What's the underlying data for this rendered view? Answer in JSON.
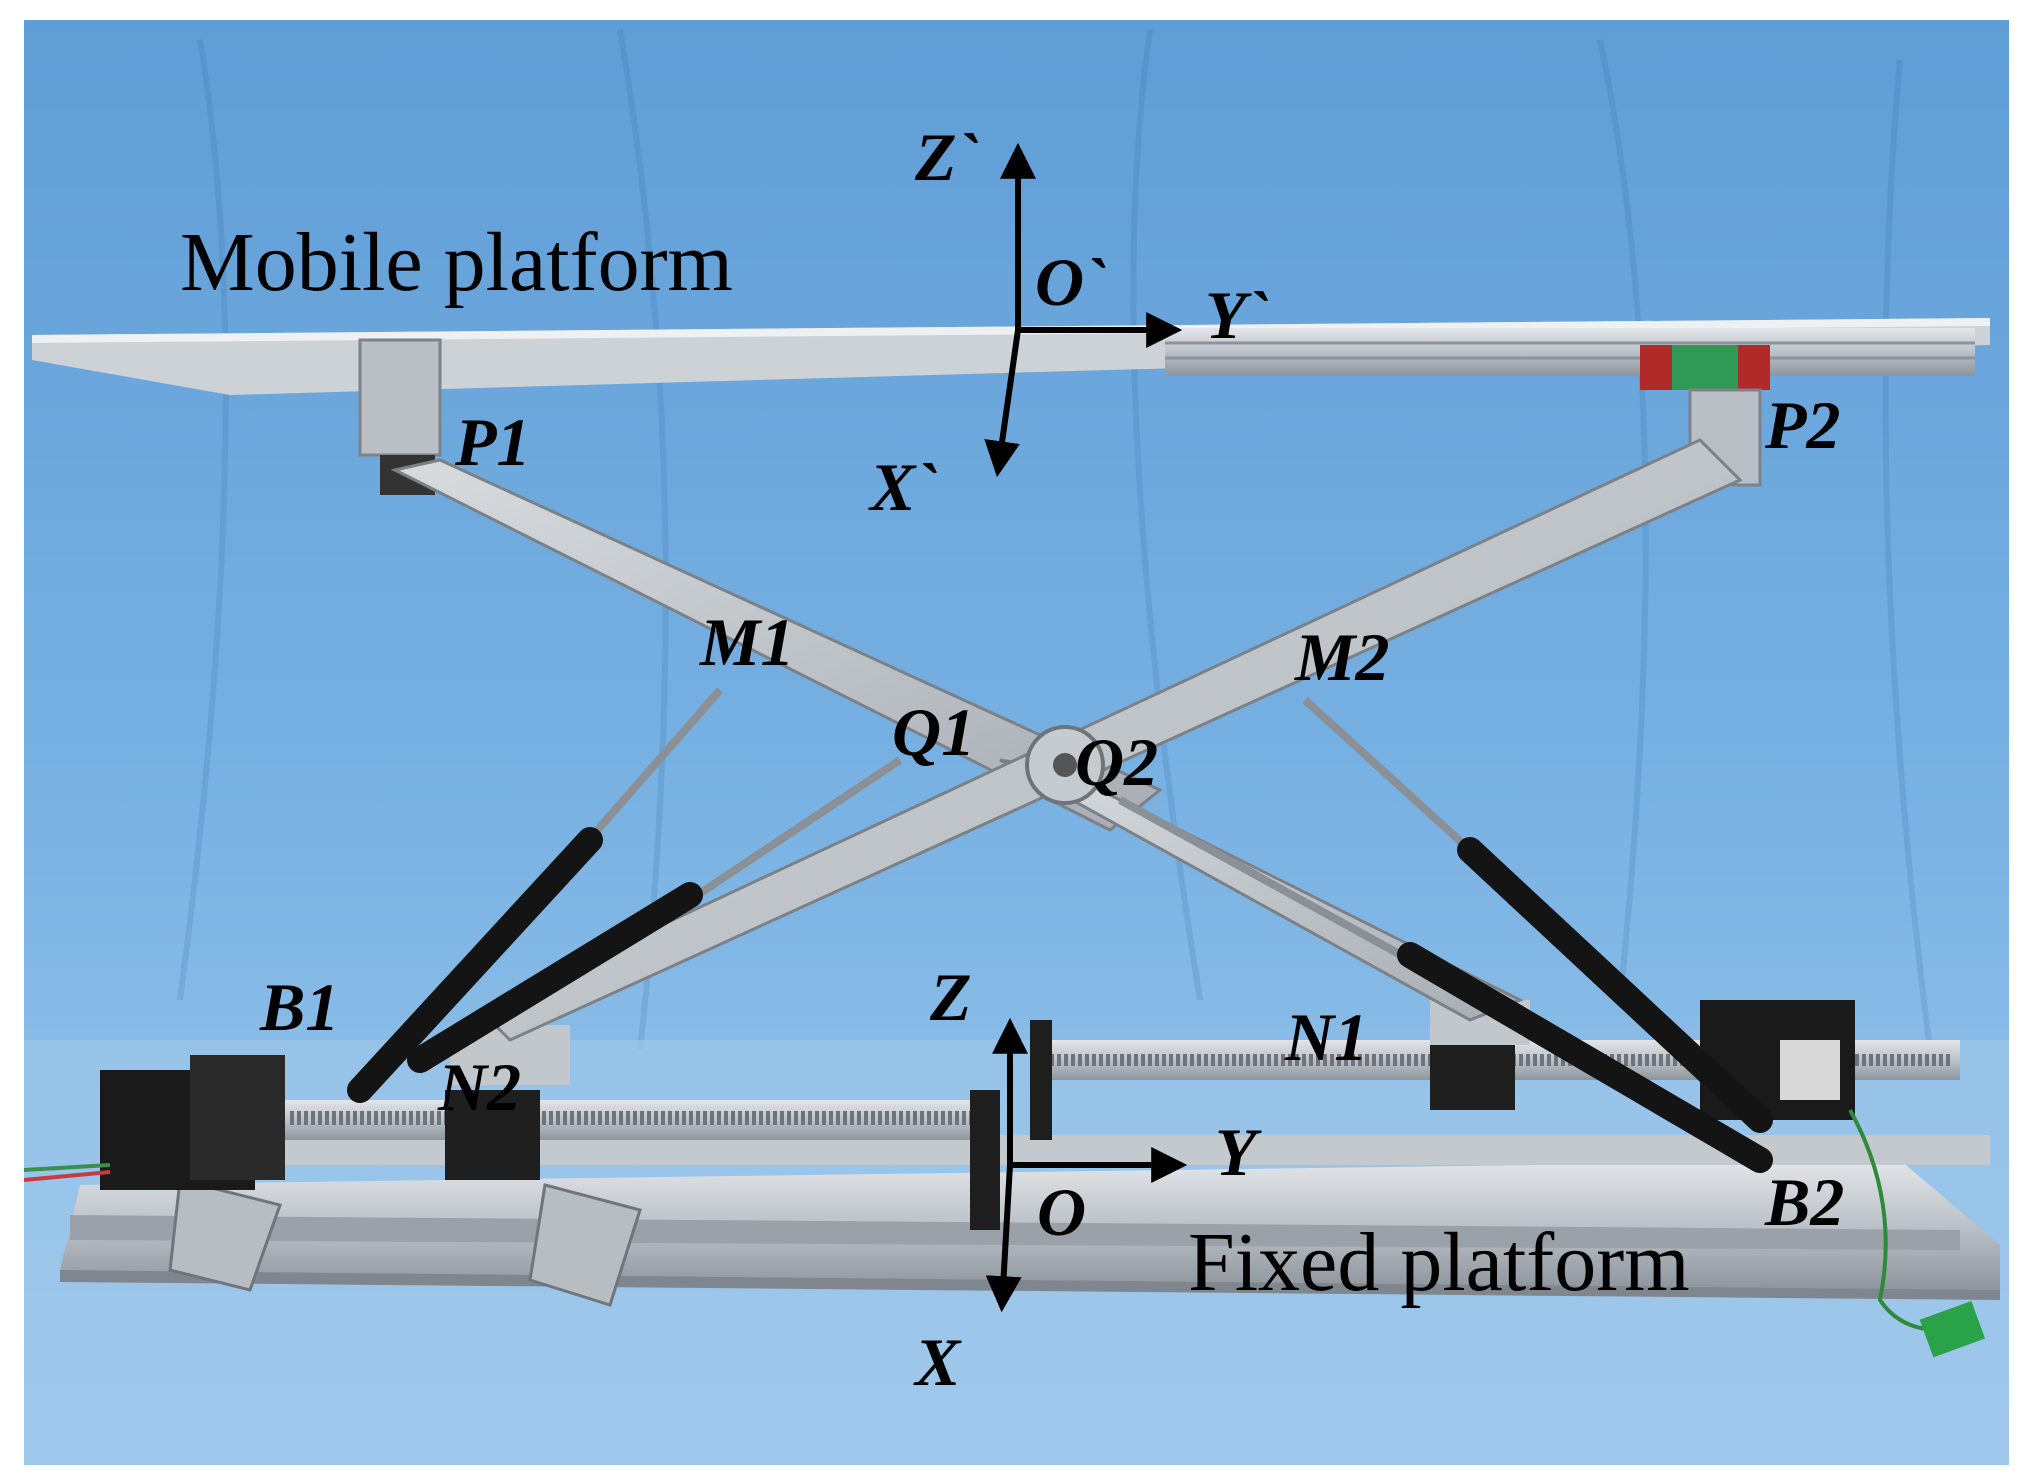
{
  "figure": {
    "platform_labels": {
      "mobile": "Mobile platform",
      "fixed": "Fixed platform"
    },
    "mobile_frame": {
      "origin": "O`",
      "z_axis": "Z`",
      "y_axis": "Y`",
      "x_axis": "X`"
    },
    "fixed_frame": {
      "origin": "O",
      "z_axis": "Z",
      "y_axis": "Y",
      "x_axis": "X"
    },
    "joints": {
      "p1": "P1",
      "p2": "P2",
      "m1": "M1",
      "m2": "M2",
      "q1": "Q1",
      "q2": "Q2",
      "b1": "B1",
      "b2": "B2",
      "n1": "N1",
      "n2": "N2"
    }
  },
  "colors": {
    "background_blue": "#6fa7d9",
    "aluminium": "#c9ced3",
    "motor_black": "#1a1a1a"
  }
}
